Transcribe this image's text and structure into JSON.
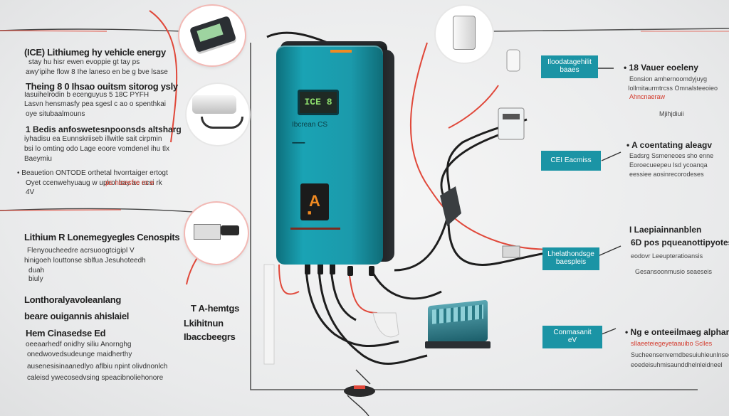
{
  "colors": {
    "teal": "#1b94a5",
    "wire_red": "#e0483a",
    "wire_black": "#1e1e1e",
    "background": "#ecedee"
  },
  "device": {
    "display": "ICE 8",
    "brand": "Ibcrean CS",
    "strip": "▪▪▪▪▪▪▪▪▪▪▪▪",
    "warning_symbol": "A",
    "warning_label": "■"
  },
  "left": {
    "block1": {
      "title": "(ICE) Lithiumeg hy vehicle energy",
      "lines": [
        "stay hu hisr ewen evoppie gt tay ps",
        "awy'ipihe flow 8 Ihe laneso en be g bve lsase"
      ]
    },
    "block2": {
      "title": "Theing 8 0 Ihsao ouitsm sitorog ysly",
      "lines": [
        "Iasuihelrodin b ecenguyus 5 18C PYFH",
        "Lasvn hensmasfy pea sgesl c ao o spenthkai",
        "oye situbaalmouns"
      ]
    },
    "block3": {
      "title": "1 Bedis anfoswetesnpoonsds altsharg",
      "lines": [
        "iyhadisu ea Eunnskriiseb illwitle sait cirpmin",
        "bsi lo omting odo Lage eoore vomdenel ihu tlx",
        "Baeymiu"
      ]
    },
    "block4": {
      "lines": [
        "• Beauetion ONTODE orthetal hvorrtaiger ertogt",
        "Oyet ccenwehyuaug w uplrol bay ac ecsi rk",
        "4V"
      ],
      "red_text": "ps nicesfre ro e"
    },
    "block5": {
      "title": "Lithium R Lonemegyegles Cenospits",
      "lines": [
        "Flenyoucheedre acrsuoogtcigipl V",
        "hinigoeh louttonse sblfua Jesuhoteedh",
        "duah",
        "biuly"
      ]
    },
    "block6": {
      "title1": "Lonthoralyavoleanlang",
      "title2": "beare ouigannis ahislaiel",
      "title3": "Hem Cinasedse Ed",
      "lines": [
        "oeeaarhedf onidhy siliu Anornghg",
        "onedwovedsudeunge maidherthy",
        "ausenesisinaanedlyo aflbiu npint olivdnonlch",
        "caleisd ywecosedvsing speacibnoliehonore"
      ]
    }
  },
  "center": {
    "title_line1": "T A-hemtgs",
    "title_line2": "Lkihitnun",
    "title_line3": "Ibaccbeegrs"
  },
  "tags": [
    {
      "text": "Iloodatagehilit\nbaaes"
    },
    {
      "text": "CEI Eacmiss"
    },
    {
      "text": "Lhelathondsge\nbaespleis"
    },
    {
      "text": "Conmasanit\neV"
    }
  ],
  "right": {
    "block1": {
      "title": "• 18 Vauer eoeleny",
      "lines": [
        "Eonsion amhernoomdyjuyg",
        "Iollmitaurmtrcss Omnalsteeoieo",
        "Mjihjdiuii"
      ],
      "red_line": "Ahncnaeraw"
    },
    "block2": {
      "title": "• A coentating aleagv",
      "lines": [
        "Eadsrg Ssmeneoes sho enne",
        "Eoroecueepeu Isd ycoanqa",
        "eessiee aosinrecorodeses"
      ]
    },
    "block3": {
      "title1": "I Laepiainnanblen",
      "title2": "6D pos pqueanottipyotes",
      "lines": [
        "eodovr Leeupteratioansis",
        "Gesansoonmusio seaeseis"
      ]
    },
    "block4": {
      "title": "• Ng e onteeilmaeg alphar",
      "red_line": "sIlaeeteiegeyetaauibo Sclles",
      "lines": [
        "Sucheensenvemdbesuiuhieunlnseel",
        "eoedeisuhmisaunddhelnleidneel"
      ]
    }
  }
}
